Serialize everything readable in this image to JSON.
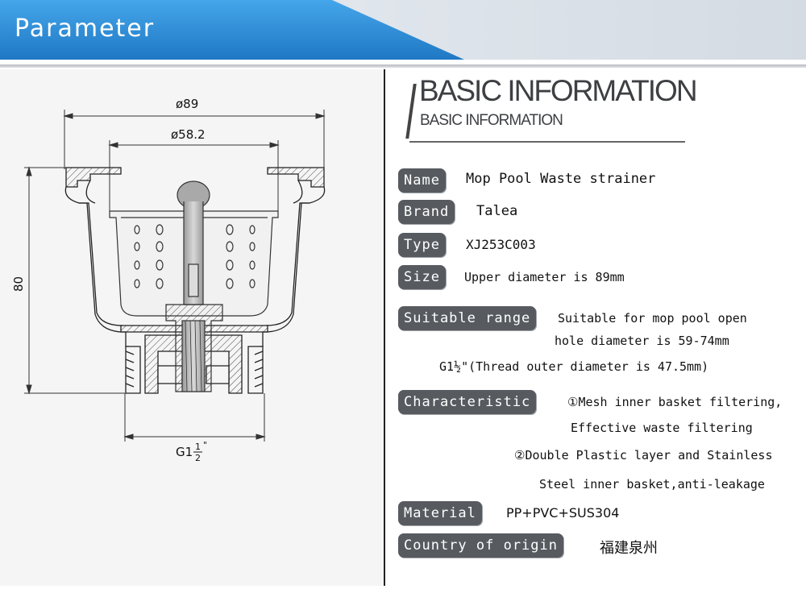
{
  "header": {
    "title": "Parameter"
  },
  "drawing": {
    "dim_top": "ø89",
    "dim_mid": "ø58.2",
    "dim_height": "80",
    "dim_thread_main": "G1",
    "dim_thread_num": "1",
    "dim_thread_den": "2",
    "dim_thread_mark": "\""
  },
  "info": {
    "title": "BASIC INFORMATION",
    "subtitle": "BASIC INFORMATION",
    "rows": [
      {
        "label": "Name",
        "value": "Mop Pool Waste strainer"
      },
      {
        "label": "Brand",
        "value": "Talea"
      },
      {
        "label": "Type",
        "value": "XJ253C003"
      },
      {
        "label": "Size",
        "value": "Upper diameter is 89mm"
      },
      {
        "label": "Suitable range",
        "value_lines": [
          "Suitable for mop pool open",
          "hole diameter is 59-74mm",
          "G1½\"(Thread outer diameter is 47.5mm)"
        ]
      },
      {
        "label": "Characteristic",
        "value_lines": [
          "①Mesh inner basket filtering,",
          "Effective waste filtering",
          "②Double Plastic layer and Stainless",
          "Steel inner basket,anti-leakage"
        ]
      },
      {
        "label": "Material",
        "value": "PP+PVC+SUS304"
      },
      {
        "label": "Country of origin",
        "value": "福建泉州"
      }
    ]
  },
  "colors": {
    "header_blue": "#2f8fd6",
    "header_light": "#dfe5ec",
    "tag_bg": "#575b60"
  }
}
